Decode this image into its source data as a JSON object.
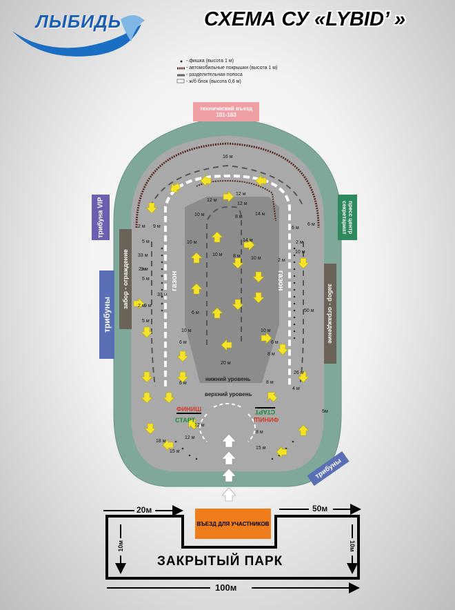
{
  "title": "СХЕМА СУ «LYBID’ »",
  "logo_text": "ЛЫБИДЬ",
  "legend": [
    {
      "symbol": "chip",
      "text": "- фишка (высота 1 м)"
    },
    {
      "symbol": "tires",
      "text": "- автомобильные покрышки (высота 1 м)"
    },
    {
      "symbol": "divider",
      "text": "- разделительная полоса"
    },
    {
      "symbol": "block",
      "text": "- ж/б блок (высота 0,6 м)"
    }
  ],
  "labels": {
    "tech_entry": "технический въезд\n101-103",
    "vip": "трибуна VIP",
    "fence_left": "забор - ограждение",
    "stands_left": "трибуны",
    "press": "пресс центр\nсекретариат",
    "fence_right": "забор - ограждение",
    "stands_right": "трибуны",
    "lawn": "газон",
    "lower_level": "нижний уровень",
    "upper_level": "верхний уровень",
    "finish": "ФИНИШ",
    "start": "СТАРТ",
    "entry": "ВЪЕЗД ДЛЯ УЧАСТНИКОВ",
    "closed_park": "ЗАКРЫТЫЙ ПАРК"
  },
  "dims": {
    "d16": "16 м",
    "d12a": "12 м",
    "d12b": "12 м",
    "d10a": "10 м",
    "d8a": "8 м",
    "d14a": "14 м",
    "d10b": "10 м",
    "d6a": "6 м",
    "d6b": "6 м",
    "d2a": "2 м",
    "d9a": "9 м",
    "d5a": "5 м",
    "d33a": "33 м",
    "d9b": "9 м",
    "d2b": "2 м",
    "d33b": "33 м",
    "d2c": "2 м",
    "d9c": "9 м",
    "d5b": "5 м",
    "d10c": "10 м",
    "d14b": "14 м",
    "d10d": "10 м",
    "d8b": "8 м",
    "d2d": "2 м",
    "d2e": "2 м",
    "d10e": "10 м",
    "d6c": "6 м",
    "d10f": "10 м",
    "d6d": "6 м",
    "d6e": "6 м",
    "d10g": "10 м",
    "d8c": "8 м",
    "d20": "20 м",
    "d8d": "8 м",
    "d26": "26 м",
    "d6f": "6 м",
    "d8e": "8 м",
    "d50a": "50 м",
    "d5c": "5 м",
    "d4": "4 м",
    "d5m": "5м",
    "d12c": "12 м",
    "d12d": "12 м",
    "d18": "18 м",
    "d15a": "15 м",
    "d8f": "8 м",
    "d15b": "15 м",
    "d20m": "20м",
    "d50m": "50м",
    "d10ma": "10м",
    "d10mb": "10м",
    "d100m": "100м"
  },
  "colors": {
    "track_green": "#7fa89a",
    "track_grey": "#a9a9a9",
    "infield_dark": "#8a8a8a",
    "tech_entry_bg": "#f0a0a5",
    "vip_bg": "#6a5fb0",
    "stands_bg": "#5a6fb5",
    "fence_bg": "#6b6258",
    "press_bg": "#2e8a5e",
    "entry_bg": "#f07d1c",
    "arrow": "#f5e32a",
    "tires": "#5a2a20"
  }
}
